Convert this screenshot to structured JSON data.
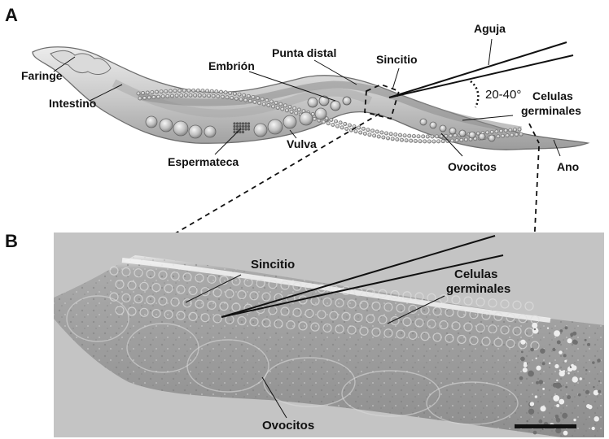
{
  "panels": {
    "a": {
      "letter": "A"
    },
    "b": {
      "letter": "B"
    }
  },
  "labels_a": {
    "faringe": "Faringe",
    "intestino": "Intestino",
    "embrion": "Embrión",
    "punta_distal": "Punta distal",
    "sincitio": "Sincitio",
    "aguja": "Aguja",
    "angle": "20-40°",
    "celulas_1": "Celulas",
    "celulas_2": "germinales",
    "espermateca": "Espermateca",
    "vulva": "Vulva",
    "ovocitos": "Ovocitos",
    "ano": "Ano"
  },
  "labels_b": {
    "sincitio": "Sincitio",
    "celulas_1": "Celulas",
    "celulas_2": "germinales",
    "ovocitos": "Ovocitos"
  },
  "colors": {
    "worm_body": "#cfcfcf",
    "worm_outline": "#6e6e6e",
    "micro_bg": "#c4c4c4",
    "tissue": "#9a9a9a",
    "ink": "#111111"
  }
}
